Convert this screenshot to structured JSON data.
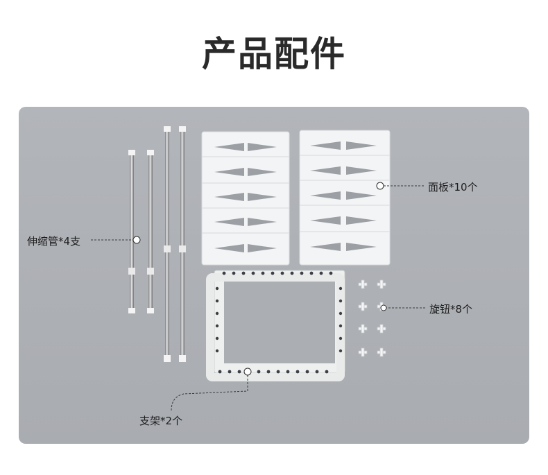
{
  "page": {
    "title": "产品配件"
  },
  "callouts": {
    "rods": "伸缩管*4支",
    "panels": "面板*10个",
    "knobs": "旋钮*8个",
    "brackets": "支架*2个"
  },
  "colors": {
    "background_panel": "#aeb1b6",
    "part_white": "#f2f3f4",
    "rod_steel": "#b9b9ba"
  }
}
